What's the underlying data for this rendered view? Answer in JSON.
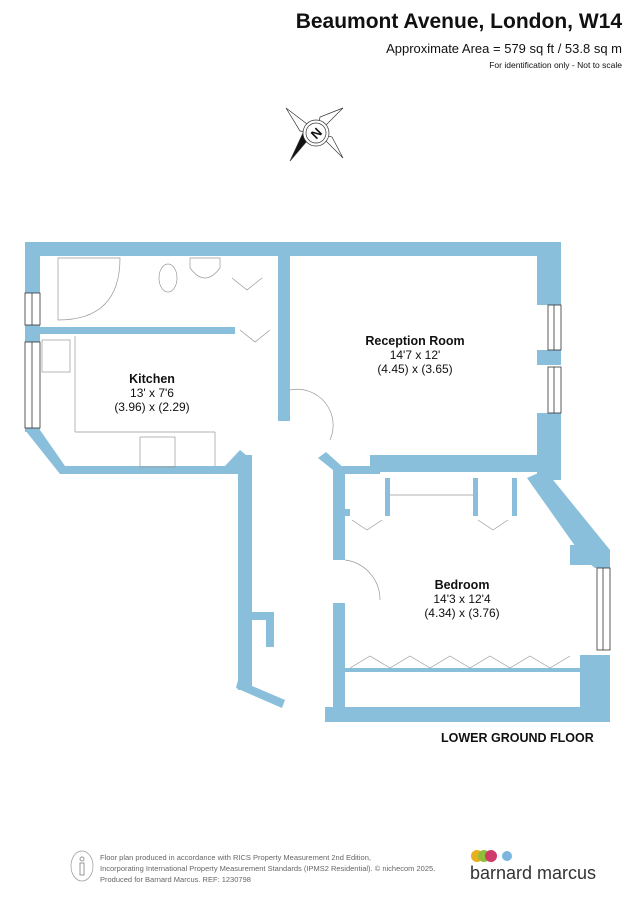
{
  "header": {
    "title": "Beaumont Avenue, London, W14",
    "area": "Approximate Area = 579 sq ft / 53.8 sq m",
    "note": "For identification only - Not to scale"
  },
  "compass": {
    "label": "N",
    "icon": "compass-icon"
  },
  "rooms": [
    {
      "name": "Kitchen",
      "imperial": "13' x 7'6",
      "metric": "(3.96) x (2.29)"
    },
    {
      "name": "Reception Room",
      "imperial": "14'7 x 12'",
      "metric": "(4.45) x (3.65)"
    },
    {
      "name": "Bedroom",
      "imperial": "14'3 x 12'4",
      "metric": "(4.34) x (3.76)"
    }
  ],
  "floor_label": "LOWER GROUND FLOOR",
  "footer": {
    "line1": "Floor plan produced in accordance with RICS Property Measurement 2nd Edition,",
    "line2": "Incorporating International Property Measurement Standards (IPMS2 Residential).   © nichecom 2025.",
    "line3": "Produced for Barnard Marcus.    REF:  1230798"
  },
  "logo": {
    "text": "barnard marcus",
    "colors": [
      "#e8b020",
      "#8fbf3a",
      "#d03a6a",
      "#7ab6e0"
    ]
  },
  "colors": {
    "wall": "#89bfdb"
  }
}
